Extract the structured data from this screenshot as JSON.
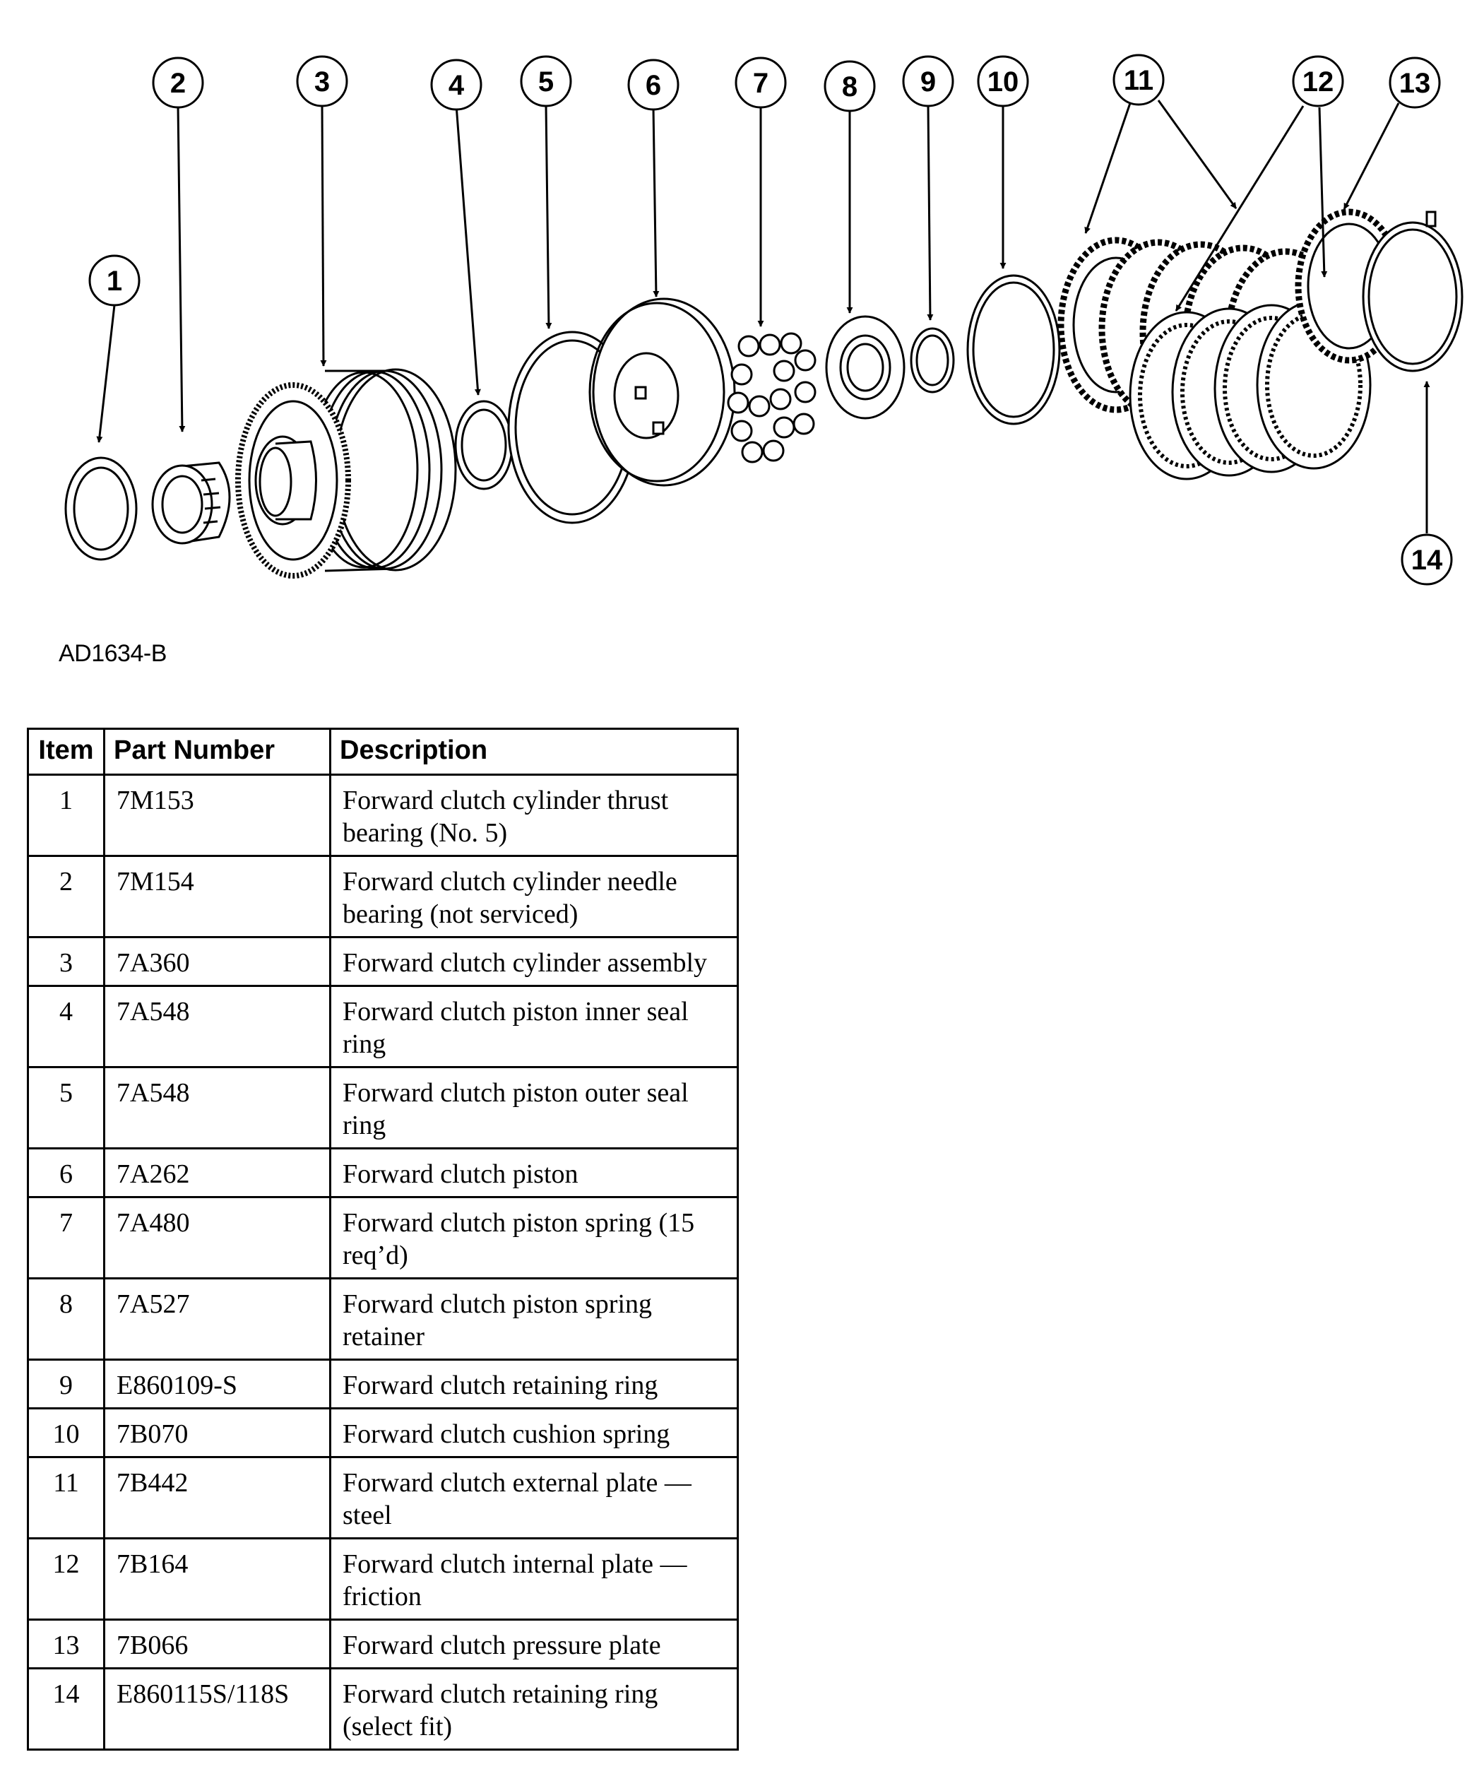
{
  "figure_id": "AD1634-B",
  "callouts": [
    "1",
    "2",
    "3",
    "4",
    "5",
    "6",
    "7",
    "8",
    "9",
    "10",
    "11",
    "12",
    "13",
    "14"
  ],
  "table": {
    "headers": {
      "item": "Item",
      "part_number": "Part Number",
      "description": "Description"
    },
    "rows": [
      {
        "item": "1",
        "part_number": "7M153",
        "description": "Forward clutch cylinder thrust bearing (No. 5)"
      },
      {
        "item": "2",
        "part_number": "7M154",
        "description": "Forward clutch cylinder needle bearing (not serviced)"
      },
      {
        "item": "3",
        "part_number": "7A360",
        "description": "Forward clutch cylinder assembly"
      },
      {
        "item": "4",
        "part_number": "7A548",
        "description": "Forward clutch piston inner seal ring"
      },
      {
        "item": "5",
        "part_number": "7A548",
        "description": "Forward clutch piston outer seal ring"
      },
      {
        "item": "6",
        "part_number": "7A262",
        "description": "Forward clutch piston"
      },
      {
        "item": "7",
        "part_number": "7A480",
        "description": "Forward clutch piston spring (15 req’d)"
      },
      {
        "item": "8",
        "part_number": "7A527",
        "description": "Forward clutch piston spring retainer"
      },
      {
        "item": "9",
        "part_number": "E860109-S",
        "description": "Forward clutch retaining ring"
      },
      {
        "item": "10",
        "part_number": "7B070",
        "description": "Forward clutch cushion spring"
      },
      {
        "item": "11",
        "part_number": "7B442",
        "description": "Forward clutch external plate — steel"
      },
      {
        "item": "12",
        "part_number": "7B164",
        "description": "Forward clutch internal plate — friction"
      },
      {
        "item": "13",
        "part_number": "7B066",
        "description": "Forward clutch pressure plate"
      },
      {
        "item": "14",
        "part_number": "E860115S/118S",
        "description": "Forward clutch retaining ring (select fit)"
      }
    ]
  }
}
